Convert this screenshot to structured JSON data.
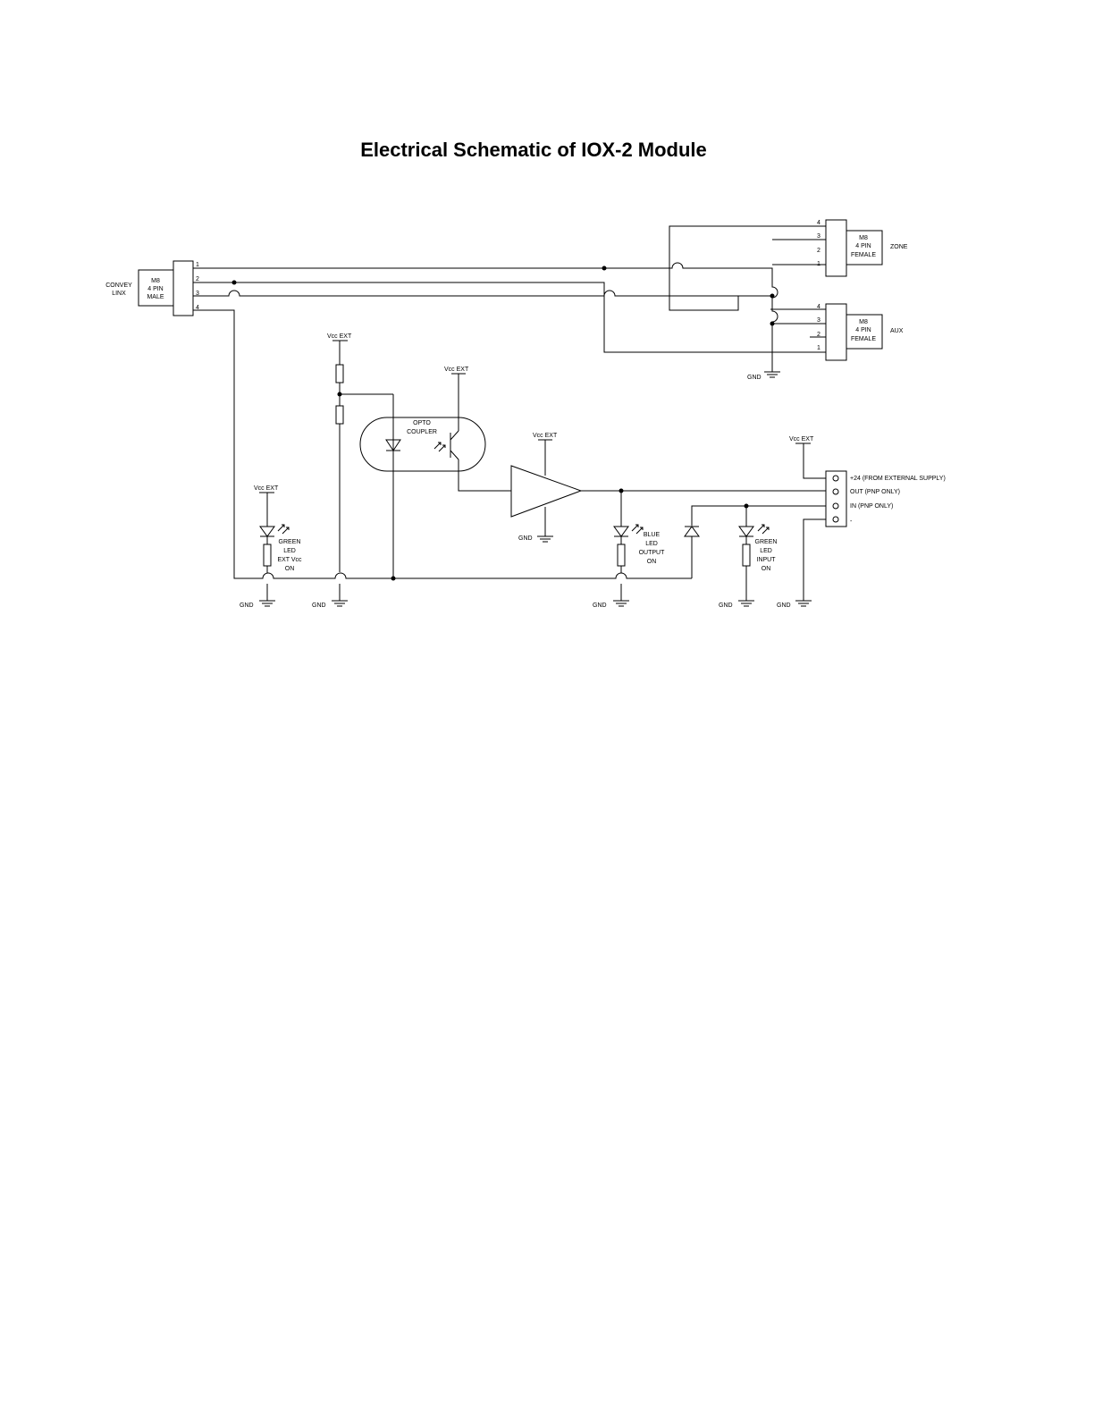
{
  "title": "Electrical Schematic of IOX-2 Module",
  "connectors": {
    "conveylinx": {
      "name_line1": "CONVEY",
      "name_line2": "LINX",
      "type_line1": "M8",
      "type_line2": "4 PIN",
      "type_line3": "MALE",
      "pins": [
        "1",
        "2",
        "3",
        "4"
      ]
    },
    "zone": {
      "name": "ZONE",
      "type_line1": "M8",
      "type_line2": "4 PIN",
      "type_line3": "FEMALE",
      "pins": [
        "4",
        "3",
        "2",
        "1"
      ]
    },
    "aux": {
      "name": "AUX",
      "type_line1": "M8",
      "type_line2": "4 PIN",
      "type_line3": "FEMALE",
      "pins": [
        "4",
        "3",
        "2",
        "1"
      ]
    }
  },
  "labels": {
    "vcc_ext": "Vcc EXT",
    "gnd": "GND",
    "opto_line1": "OPTO",
    "opto_line2": "COUPLER"
  },
  "leds": {
    "ext_vcc": [
      "GREEN",
      "LED",
      "EXT Vcc",
      "ON"
    ],
    "output": [
      "BLUE",
      "LED",
      "OUTPUT",
      "ON"
    ],
    "input": [
      "GREEN",
      "LED",
      "INPUT",
      "ON"
    ]
  },
  "terminal": {
    "plus24": "+24 (FROM EXTERNAL SUPPLY)",
    "out": "OUT (PNP ONLY)",
    "in": "IN (PNP ONLY)",
    "minus": "-"
  }
}
